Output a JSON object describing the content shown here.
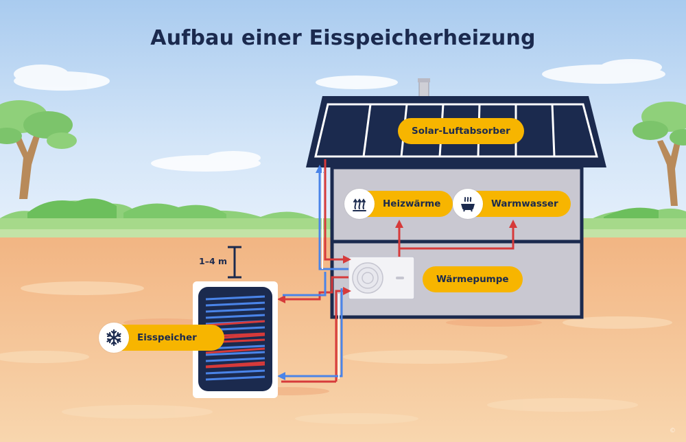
{
  "title": "Aufbau einer Eisspeicherheizung",
  "labels": {
    "solar": "Solar-Luftabsorber",
    "heat": "Heizwärme",
    "water": "Warmwasser",
    "pump": "Wärmepumpe",
    "ice": "Eisspeicher",
    "depth": "1–4 m"
  },
  "icons": {
    "heat": "heat-waves-icon",
    "water": "bathtub-icon",
    "ice": "snowflake-icon"
  },
  "colors": {
    "sky_top": "#a9cbef",
    "sky_bottom": "#dcebfb",
    "ground_top": "#f3b887",
    "ground_bottom": "#f7d3aa",
    "grass": "#7cc46b",
    "house_wall": "#c9c8d1",
    "house_outline": "#1b2a4e",
    "solar_panel": "#1b2a4e",
    "pill": "#f7b500",
    "hot_pipe": "#d63a3a",
    "cold_pipe": "#4a84e8",
    "title": "#1b2a4e"
  }
}
